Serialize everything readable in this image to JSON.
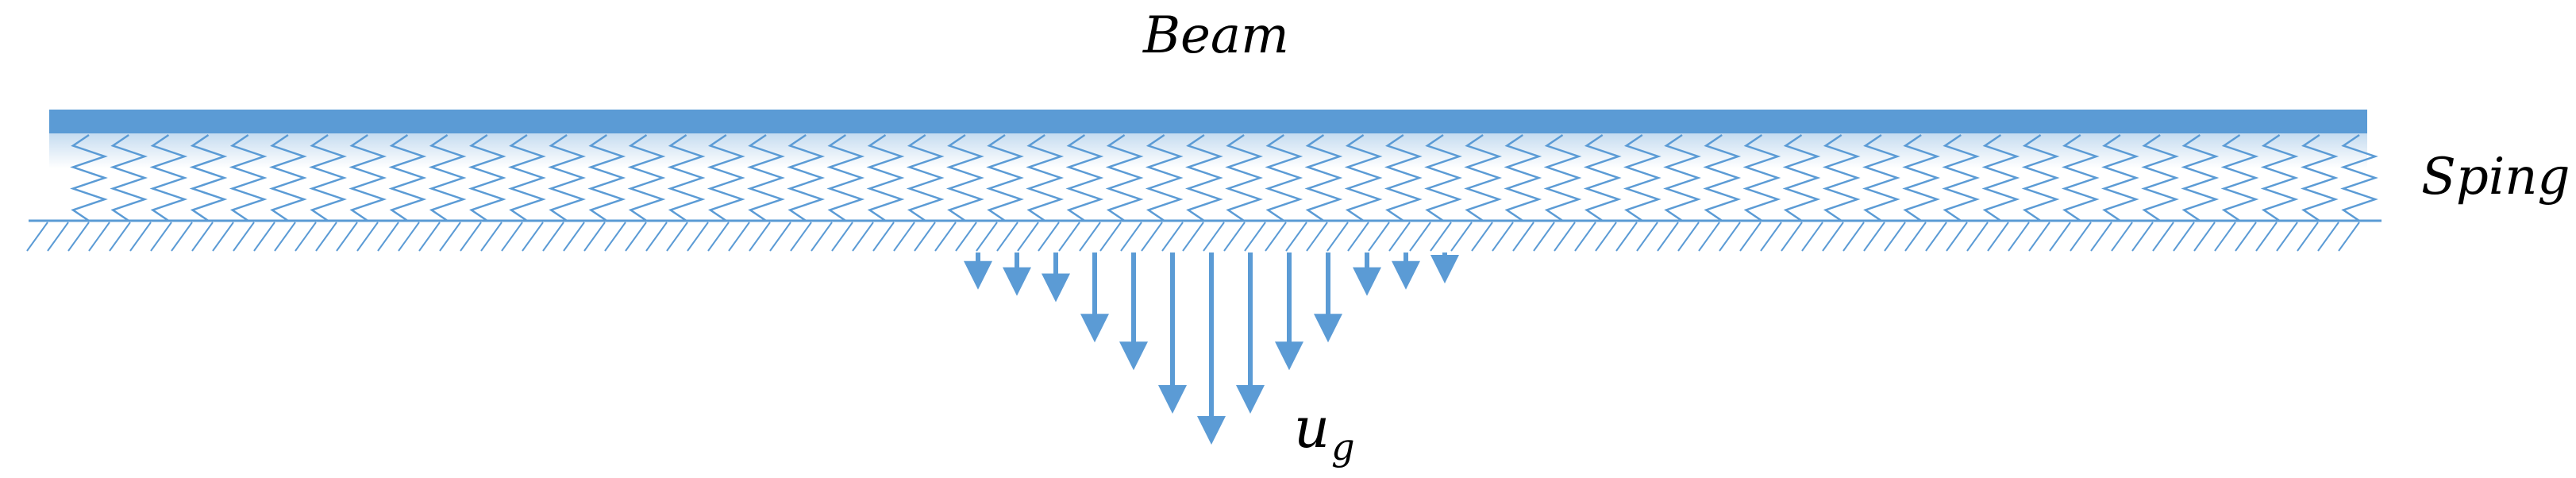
{
  "diagram": {
    "labels": {
      "beam": "Beam",
      "spring": "Sping",
      "displacement_symbol": "u",
      "displacement_subscript": "g"
    },
    "colors": {
      "beam": "#5b9bd5",
      "spring": "#5b9bd5",
      "ground": "#5b9bd5",
      "arrow": "#5b9bd5",
      "text": "#000000"
    },
    "springs": {
      "count": 58
    },
    "ground_displacement": {
      "relative_magnitudes": [
        0.12,
        0.14,
        0.16,
        0.29,
        0.38,
        0.52,
        0.62,
        0.52,
        0.38,
        0.29,
        0.14,
        0.12,
        0.1
      ]
    }
  }
}
